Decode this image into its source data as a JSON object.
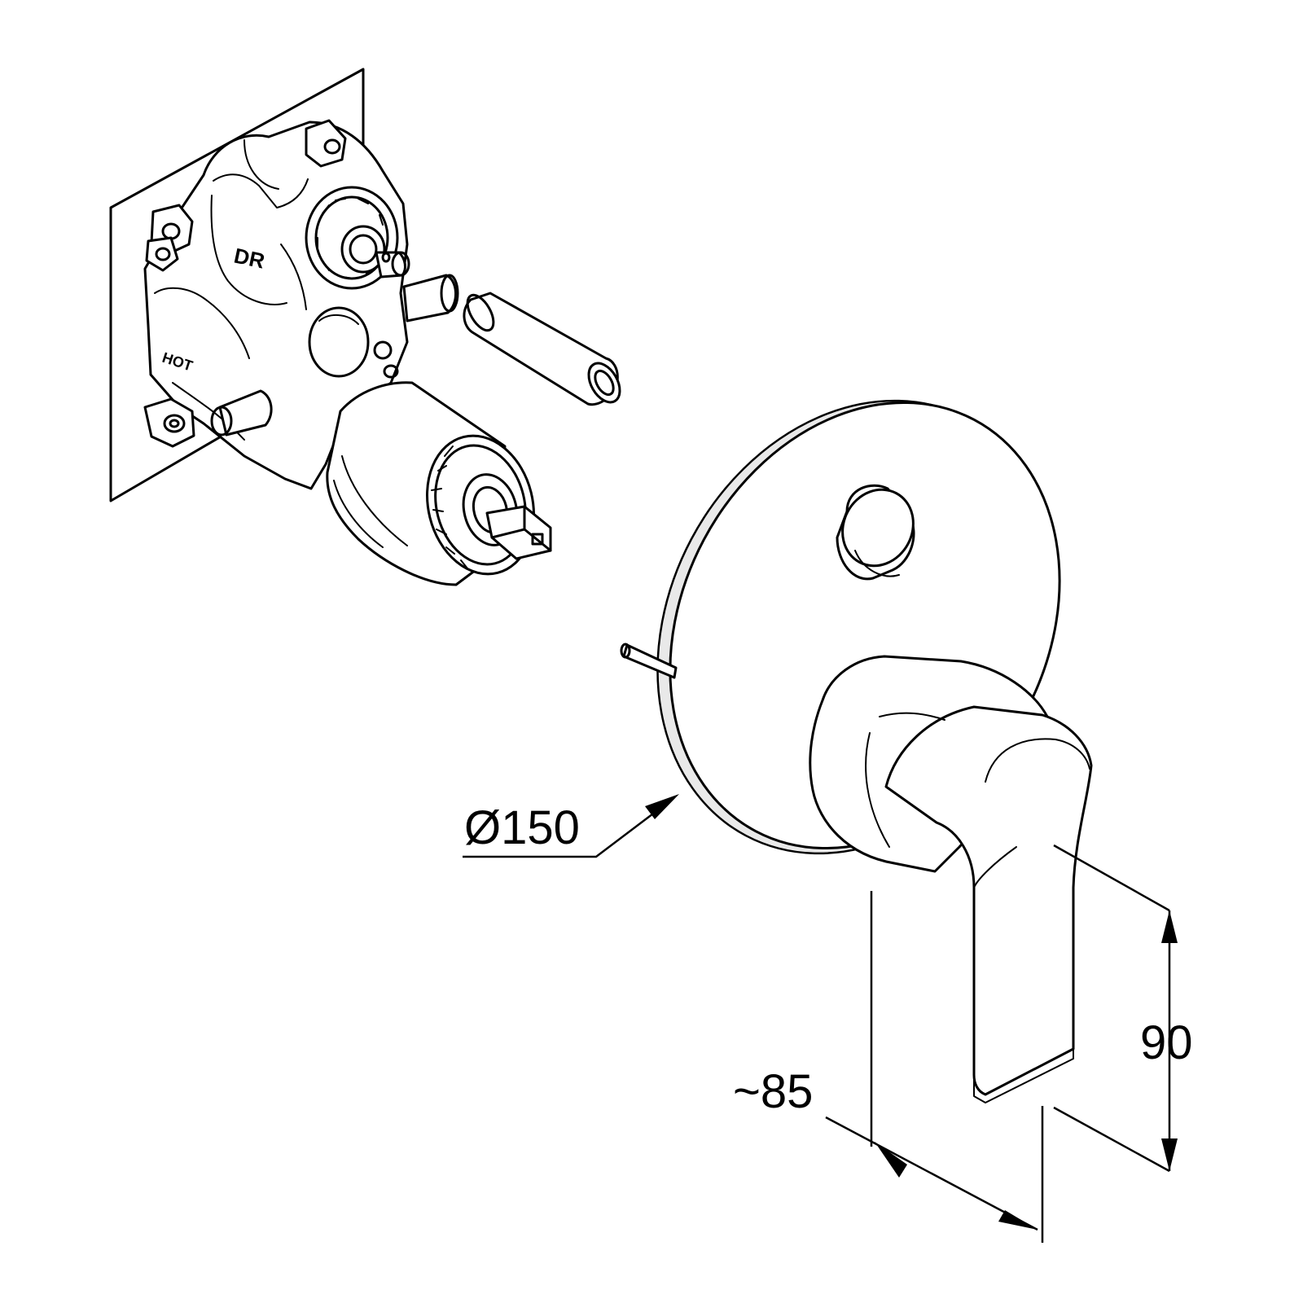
{
  "dimensions": {
    "diameter_label": "Ø150",
    "depth_label": "~85",
    "height_label": "90"
  },
  "body_markings": {
    "top_port": "DR",
    "side_port": "HOT"
  },
  "colors": {
    "line": "#000000",
    "background": "#ffffff",
    "shading": "#e9e9e9"
  }
}
